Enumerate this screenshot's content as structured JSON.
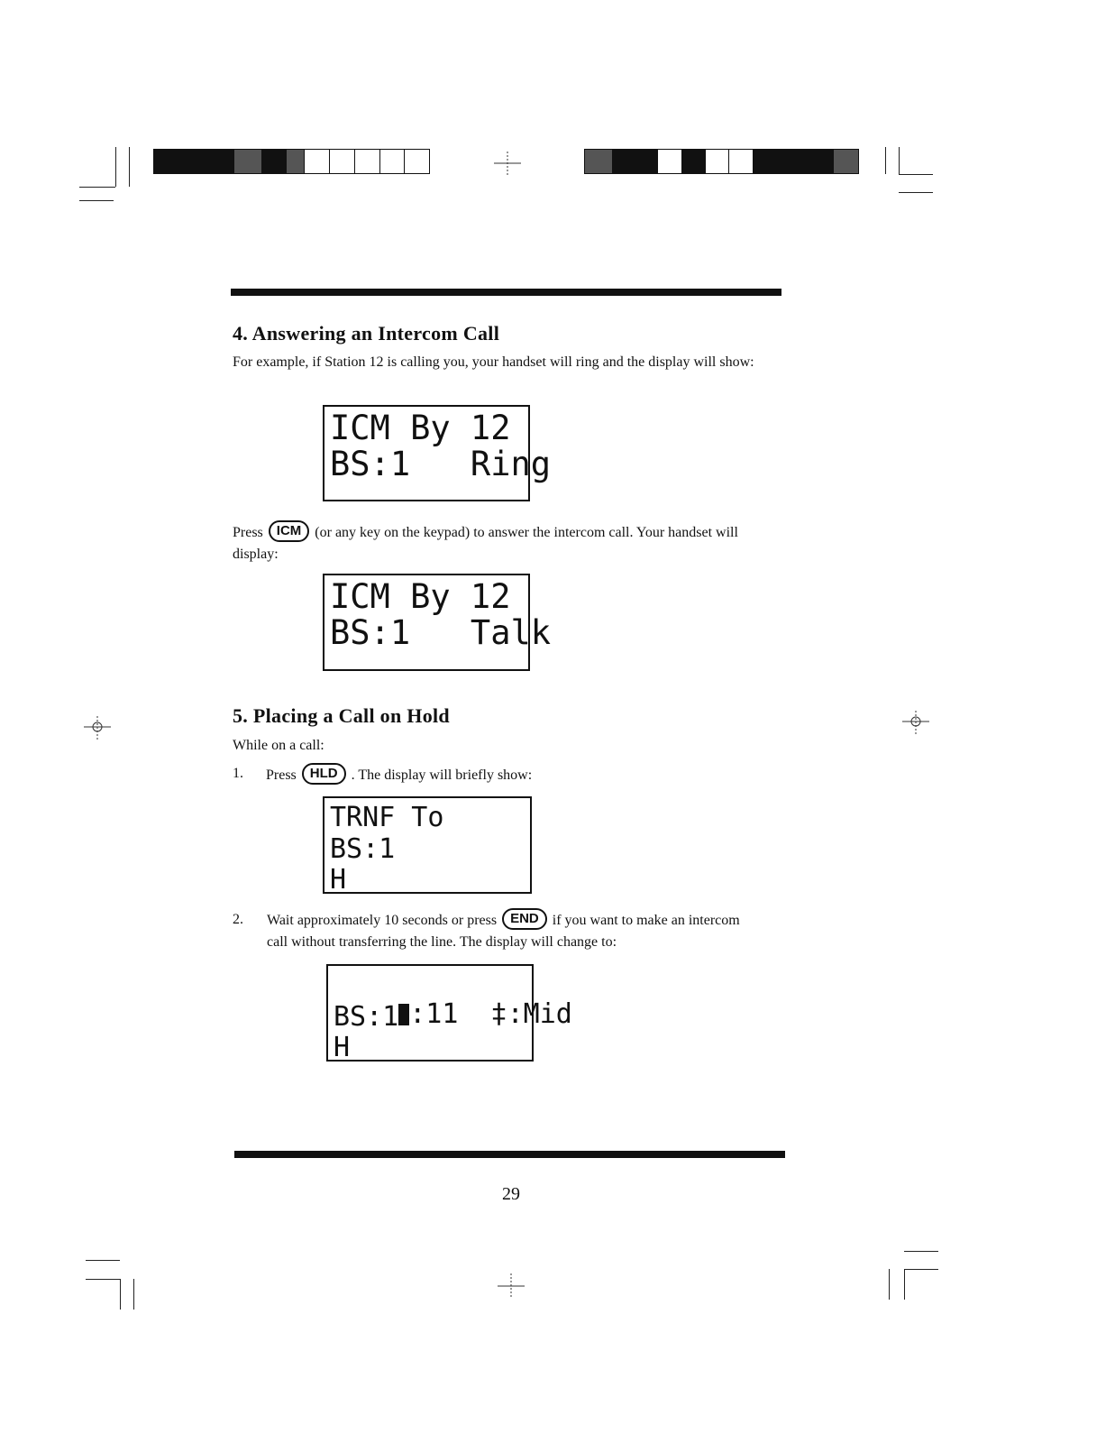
{
  "section4": {
    "heading": "4.  Answering an Intercom Call",
    "intro": "For example, if Station 12 is calling you, your handset will ring and the display will show:",
    "display1": {
      "line1": "ICM By 12",
      "line2": "BS:1   Ring"
    },
    "press_prefix": "Press",
    "key_icm": "ICM",
    "press_suffix": "(or any key on the keypad) to answer the intercom call.  Your handset will display:",
    "display2": {
      "line1": "ICM By 12",
      "line2": "BS:1   Talk"
    }
  },
  "section5": {
    "heading": "5.  Placing a Call on Hold",
    "intro": "While on a call:",
    "step1": {
      "number": "1.",
      "prefix": "Press",
      "key": "HLD",
      "suffix": ". The display will briefly show:"
    },
    "display3": {
      "line1": "TRNF To",
      "line2": "BS:1",
      "line3": "H"
    },
    "step2": {
      "number": "2.",
      "prefix": "Wait approximately 10 seconds or press",
      "key": "END",
      "suffix": "if you want to make an intercom call without transferring the line.  The display will change to:"
    },
    "display4": {
      "line1": ":11  \u0000:Mid",
      "line2": "BS:1",
      "line3": "H"
    }
  },
  "page_number": "29"
}
